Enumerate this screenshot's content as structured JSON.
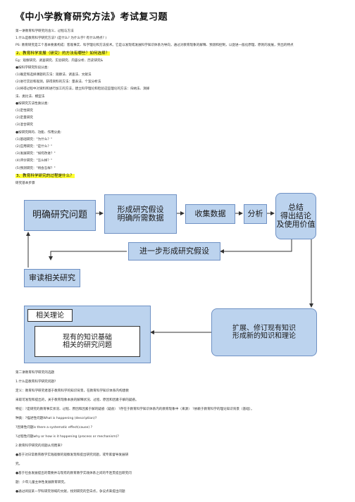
{
  "doc": {
    "title": "《中小学教育研究方法》考试复习题",
    "lines_top": [
      {
        "text": "第一讲教育科学研究的含义、过程与方法",
        "hl": false
      },
      {
        "text": "1.什么是教育科学研究方法? (是什么? 为什么学? 有什么特点? )",
        "hl": false
      },
      {
        "text": "PS: 教育研究是工个基本要素构成：客观事实、科学理论和方法技术。它是以发现或发展科学知识体系为导向，通过对教育现象的解释、预测和控制，以促进一般化原理、原则的发展，突出的特点",
        "hl": false
      },
      {
        "text": "2、教育科学发展（研究）的方法有哪些？如何选择？",
        "hl": true
      },
      {
        "text": "Eg：观察研究、调查研究、实验研究、内容分析、历史研究&",
        "hl": false
      },
      {
        "text": "●按科学研究阶段分类:",
        "hl": false
      },
      {
        "text": "(1)确定和选择课题的方法：观察法、调查法、文献法",
        "hl": false
      },
      {
        "text": "(2)进行实验和观测，获得资料的方法：量表法、个案分析法",
        "hl": false
      },
      {
        "text": "(3)将得过程中对资料和进行加工的方法，建立科学理论和检验这些理论的方法：归纳法、演绎",
        "hl": false
      },
      {
        "text": "法、类比法、模型法",
        "hl": false
      },
      {
        "text": "●按研究方法性质分类:",
        "hl": false
      },
      {
        "text": "(1)定性研究",
        "hl": false
      },
      {
        "text": "(2)定量研究",
        "hl": false
      },
      {
        "text": "(3)混合研究",
        "hl": false
      },
      {
        "text": "●按研究目的、功能、作用分类:",
        "hl": false
      },
      {
        "text": "(1)基础研究：\"为什么？\"",
        "hl": false
      },
      {
        "text": "(2)应用研究：\"是什么？\"",
        "hl": false
      },
      {
        "text": "(3)发展研究：\"如何改进？\"",
        "hl": false
      },
      {
        "text": "(4)评价研究：\"怎么样？\"",
        "hl": false
      },
      {
        "text": "(5)预测研究：\"将会怎样？\"",
        "hl": false
      },
      {
        "text": "3、教育科学研究的过程是什么？",
        "hl": true
      },
      {
        "text": "研究基本步骤",
        "hl": false
      }
    ],
    "lines_bottom": [
      "第二讲教育科学研究的选题",
      "1.什么是教育科学研究问题?",
      "定义：教育科学研究者基于教育科学的知识背景，在教育科学知识体系内构建教",
      "采取可发现和提出的，关于教育现象本质的解释状况、过程、原因和因素于解的疑惑。",
      "特征：?是研究的教育事实状况、过程、原因和因素于解的疑惑（疑虑）  ?存在于教育科学知识体系内的教育现象中（来源）  ?依赖于教育科学的理论知识背景（基础）。",
      "种类：?描述性问题What is happening (description)?",
      "?因果性问题is there a systematic effect(cause) ?",
      "?过程性问题why or how is it happening (process or mechanism)?",
      "2.教育科学研究的问题从何而来?",
      "●基于对日常教育教学实践观察的观察发现和提出研究问题，或专家督导发展研",
      "究。",
      "●基于社会发展提出的需要并与现有的教育教学实践体系之间的不连贯提出研究问",
      "题：少年儿童主体性发展教育研究。",
      "●通过阅读某一学科研究领域的文献，找到研究的空白点，争议点来提出问题"
    ]
  },
  "diagram": {
    "box1": "明确研究问题",
    "box2_line1": "形成研究假设",
    "box2_line2": "明确所需数据",
    "box3": "收集数据",
    "box4": "分析",
    "box5_line1": "总结",
    "box5_line2": "得出结论",
    "box5_line3": "及使用价值",
    "box6": "进一步形成研究假设",
    "box7": "审读相关研究",
    "box8_title": "相关理论",
    "box8_line1": "现有的知识基础",
    "box8_line2": "相关的研究问题",
    "box9_line1": "扩展、修订现有知识",
    "box9_line2": "形成新的知识和理论",
    "colors": {
      "box_fill": "#bcd3ee",
      "box_border": "#6f91c4",
      "arrow": "#333333"
    }
  }
}
